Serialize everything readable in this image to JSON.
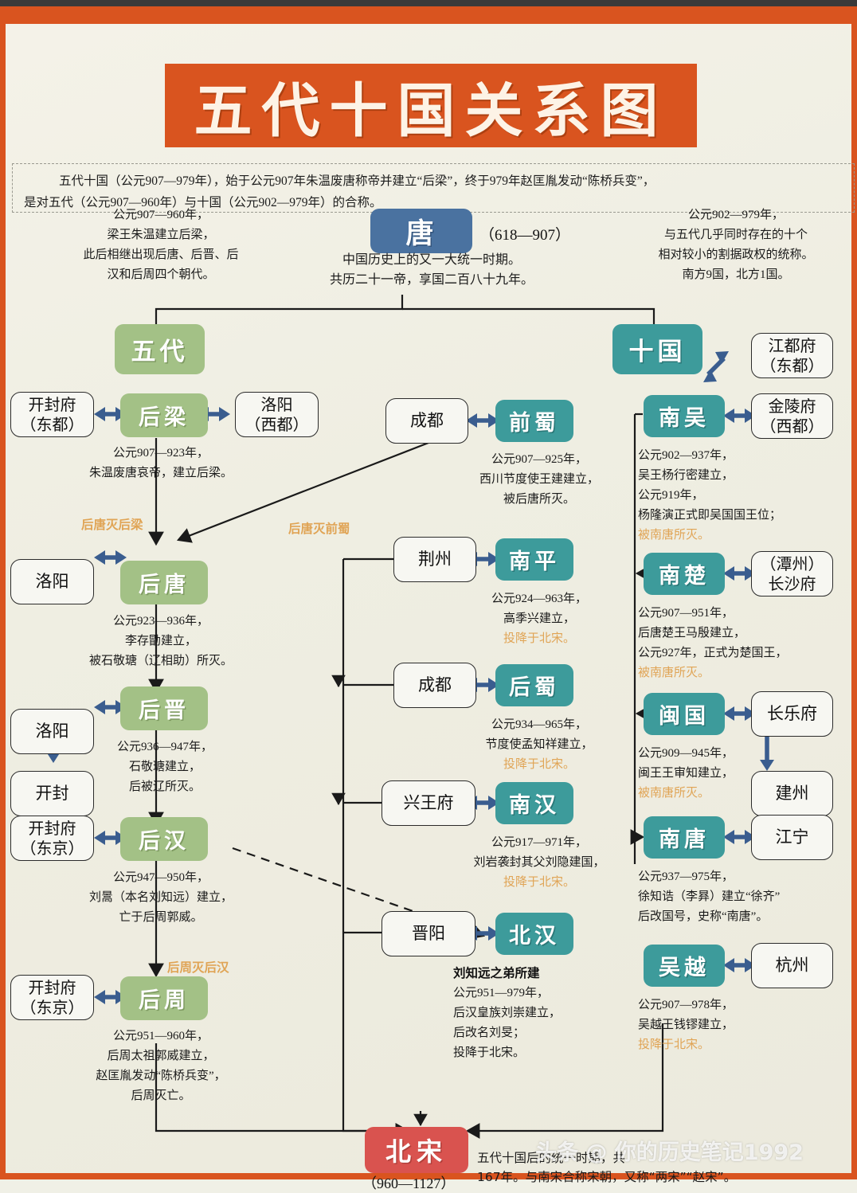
{
  "page": {
    "title": "五代十国关系图",
    "intro_line1": "五代十国（公元907—979年），始于公元907年朱温废唐称帝并建立“后梁”，终于979年赵匡胤发动“陈桥兵变”，",
    "intro_line2": "是对五代（公元907—960年）与十国（公元902—979年）的合称。",
    "accent_orange": "#d9541f",
    "green": "#a3c186",
    "teal": "#3d9b9b",
    "blue": "#4a72a0",
    "red": "#d9534f",
    "highlight": "#e0a455",
    "watermark": "头条 @ 你的历史笔记1992"
  },
  "tang": {
    "name": "唐",
    "years": "（618—907）",
    "desc_line1": "中国历史上的又一大统一时期。",
    "desc_line2": "共历二十一帝，享国二百八十九年。"
  },
  "wudai": {
    "name": "五代",
    "note_line1": "公元907—960年，",
    "note_line2": "梁王朱温建立后梁，",
    "note_line3": "此后相继出现后唐、后晋、后",
    "note_line4": "汉和后周四个朝代。",
    "dynasties": [
      {
        "name": "后梁",
        "capitals": [
          "开封府\n（东都）",
          "洛阳\n（西都）"
        ],
        "desc": [
          "公元907—923年，",
          "朱温废唐哀帝，建立后梁。"
        ],
        "highlight": ""
      },
      {
        "name": "后唐",
        "capitals": [
          "洛阳"
        ],
        "desc": [
          "公元923—936年，",
          "李存勖建立，",
          "被石敬瑭（辽相助）所灭。"
        ],
        "highlight": ""
      },
      {
        "name": "后晋",
        "capitals": [
          "洛阳",
          "开封"
        ],
        "desc": [
          "公元936—947年，",
          "石敬瑭建立，",
          "后被辽所灭。"
        ],
        "highlight": ""
      },
      {
        "name": "后汉",
        "capitals": [
          "开封府\n（东京）"
        ],
        "desc": [
          "公元947—950年，",
          "刘暠（本名刘知远）建立，",
          "亡于后周郭威。"
        ],
        "highlight": ""
      },
      {
        "name": "后周",
        "capitals": [
          "开封府\n（东京）"
        ],
        "desc": [
          "公元951—960年，",
          "后周太祖郭威建立，",
          "赵匡胤发动“陈桥兵变”，",
          "后周灭亡。"
        ],
        "highlight": ""
      }
    ],
    "transitions": [
      {
        "label": "后唐灭后梁"
      },
      {
        "label": "后唐灭前蜀"
      },
      {
        "label": "后周灭后汉"
      }
    ]
  },
  "shiguo": {
    "name": "十国",
    "note_line1": "公元902—979年，",
    "note_line2": "与五代几乎同时存在的十个",
    "note_line3": "相对较小的割据政权的统称。",
    "note_line4": "南方9国，北方1国。",
    "middle_kingdoms": [
      {
        "name": "前蜀",
        "capital": "成都",
        "desc": [
          "公元907—925年，",
          "西川节度使王建建立，",
          "被后唐所灭。"
        ],
        "highlight": ""
      },
      {
        "name": "南平",
        "capital": "荆州",
        "desc": [
          "公元924—963年，",
          "高季兴建立，"
        ],
        "highlight": "投降于北宋。"
      },
      {
        "name": "后蜀",
        "capital": "成都",
        "desc": [
          "公元934—965年，",
          "节度使孟知祥建立，"
        ],
        "highlight": "投降于北宋。"
      },
      {
        "name": "南汉",
        "capital": "兴王府",
        "desc": [
          "公元917—971年，",
          "刘岩袭封其父刘隐建国，"
        ],
        "highlight": "投降于北宋。"
      },
      {
        "name": "北汉",
        "capital": "晋阳",
        "bold_note": "刘知远之弟所建",
        "desc": [
          "公元951—979年，",
          "后汉皇族刘崇建立，",
          "后改名刘旻；",
          "投降于北宋。"
        ],
        "highlight": ""
      }
    ],
    "right_kingdoms": [
      {
        "name": "南吴",
        "capitals": [
          "江都府\n（东都）",
          "金陵府\n（西都）"
        ],
        "desc": [
          "公元902—937年，",
          "吴王杨行密建立，",
          "公元919年，",
          "杨隆演正式即吴国国王位；"
        ],
        "highlight": "被南唐所灭。"
      },
      {
        "name": "南楚",
        "capitals": [
          "（潭州）\n长沙府"
        ],
        "desc": [
          "公元907—951年，",
          "后唐楚王马殷建立，",
          "公元927年，正式为楚国王，"
        ],
        "highlight": "被南唐所灭。"
      },
      {
        "name": "闽国",
        "capitals": [
          "长乐府",
          "建州"
        ],
        "desc": [
          "公元909—945年，",
          "闽王王审知建立，"
        ],
        "highlight": "被南唐所灭。"
      },
      {
        "name": "南唐",
        "capitals": [
          "江宁"
        ],
        "desc": [
          "公元937—975年，",
          "徐知诰（李昪）建立“徐齐”",
          "后改国号，史称“南唐”。"
        ],
        "highlight": ""
      },
      {
        "name": "吴越",
        "capitals": [
          "杭州"
        ],
        "desc": [
          "公元907—978年，",
          "吴越王钱镠建立，"
        ],
        "highlight": "投降于北宋。"
      }
    ]
  },
  "beisong": {
    "name": "北宋",
    "years": "（960—1127）",
    "desc_line1": "五代十国后的统一时期，共",
    "desc_line2": "167年。与南宋合称宋朝，又称“两宋”“赵宋”。"
  }
}
